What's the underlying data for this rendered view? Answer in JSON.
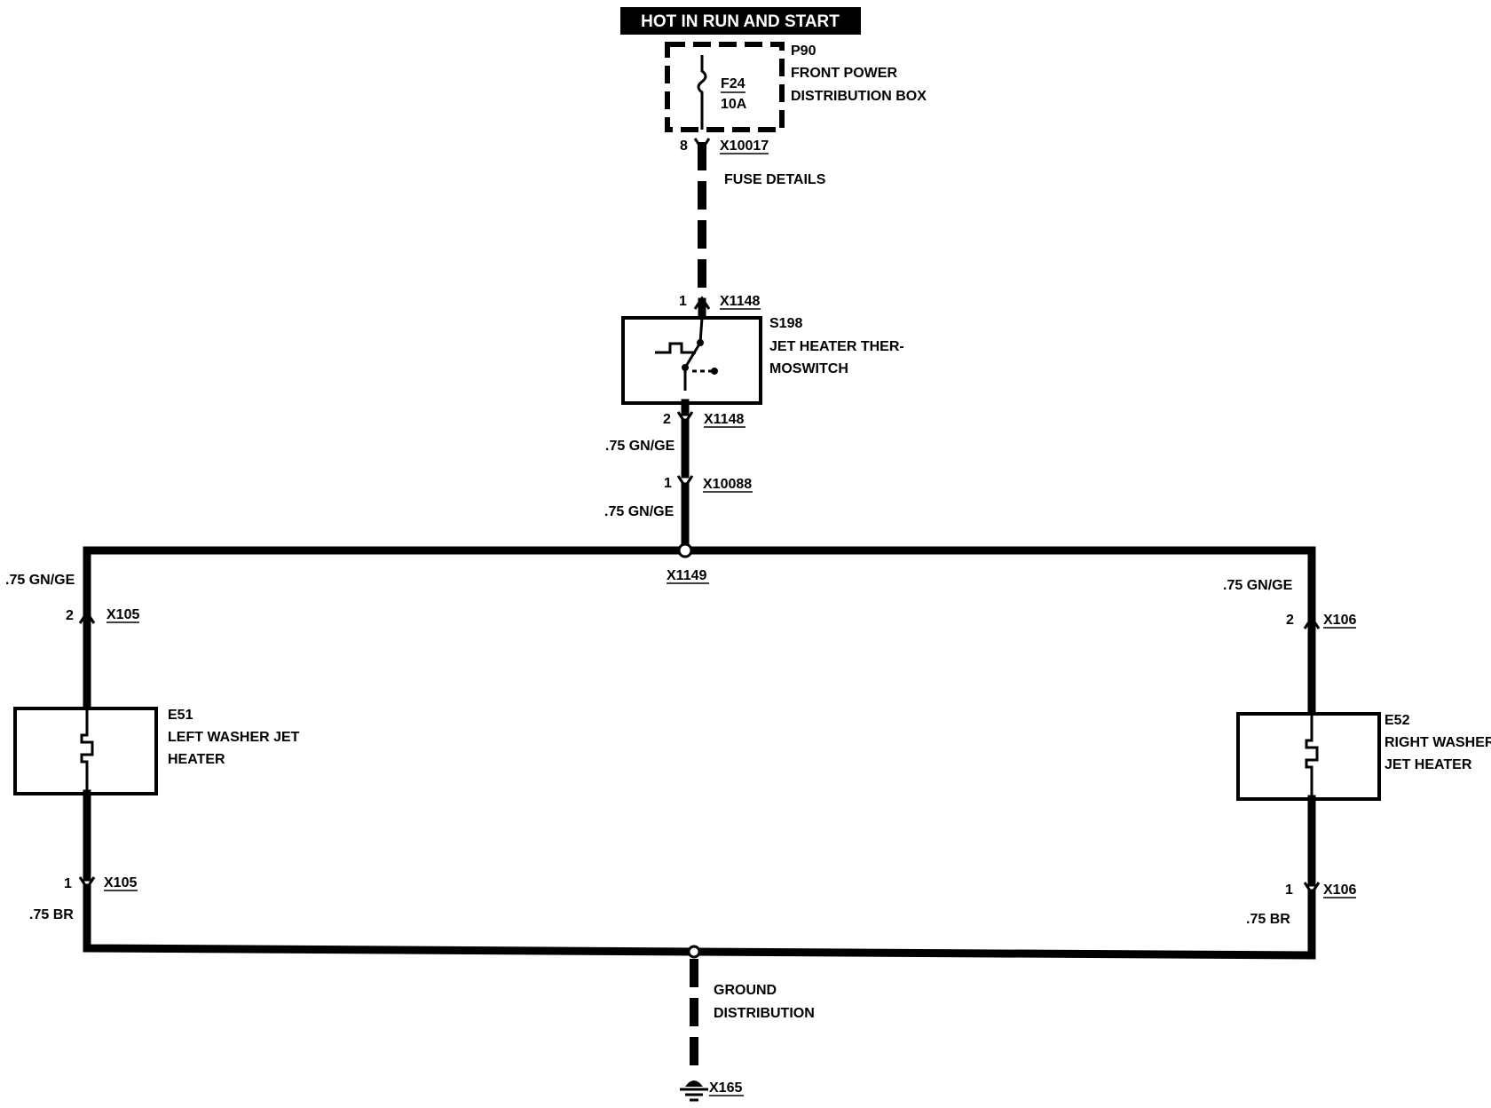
{
  "power_source": "HOT IN RUN AND START",
  "fuse_box": {
    "id": "P90",
    "name_line1": "FRONT POWER",
    "name_line2": "DISTRIBUTION BOX",
    "fuse_id": "F24",
    "fuse_rating": "10A",
    "pin": "8",
    "connector": "X10017",
    "note": "FUSE DETAILS"
  },
  "thermoswitch": {
    "id": "S198",
    "name_line1": "JET HEATER THER-",
    "name_line2": "MOSWITCH",
    "pin_in": "1",
    "connector_in": "X1148",
    "pin_out": "2",
    "connector_out": "X1148"
  },
  "wires": {
    "after_switch": ".75 GN/GE",
    "after_x10088": ".75 GN/GE",
    "left_feed": ".75 GN/GE",
    "right_feed": ".75 GN/GE",
    "left_ground": ".75 BR",
    "right_ground": ".75 BR"
  },
  "inline_connector": {
    "pin": "1",
    "connector": "X10088"
  },
  "splice_top": "X1149",
  "left_heater": {
    "id": "E51",
    "name_line1": "LEFT WASHER JET",
    "name_line2": "HEATER",
    "pin_top": "2",
    "connector_top": "X105",
    "pin_bottom": "1",
    "connector_bottom": "X105"
  },
  "right_heater": {
    "id": "E52",
    "name_line1": "RIGHT WASHER",
    "name_line2": "JET HEATER",
    "pin_top": "2",
    "connector_top": "X106",
    "pin_bottom": "1",
    "connector_bottom": "X106"
  },
  "ground": {
    "label_line1": "GROUND",
    "label_line2": "DISTRIBUTION",
    "connector": "X165"
  }
}
